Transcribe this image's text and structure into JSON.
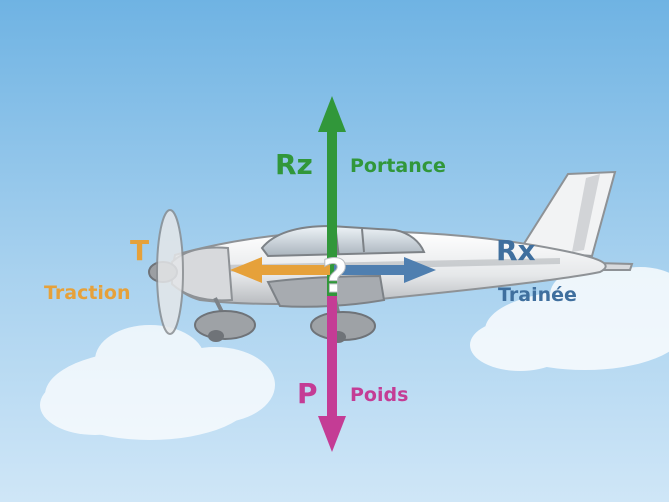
{
  "forces": {
    "lift": {
      "symbol": "Rz",
      "label": "Portance",
      "color": "#31973a"
    },
    "weight": {
      "symbol": "P",
      "label": "Poids",
      "color": "#c43c95"
    },
    "thrust": {
      "symbol": "T",
      "label": "Traction",
      "color": "#e6a13a"
    },
    "drag": {
      "symbol": "Rx",
      "label": "Trainée",
      "color": "#4f7fb0"
    }
  },
  "center_mark": "?",
  "icons": [
    "airplane",
    "cloud",
    "arrow-up",
    "arrow-down",
    "arrow-left",
    "arrow-right"
  ]
}
